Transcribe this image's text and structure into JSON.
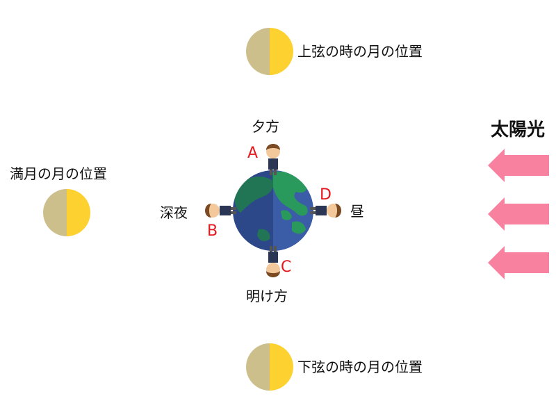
{
  "moons": {
    "first_quarter": {
      "label": "上弦の時の月の位置"
    },
    "full": {
      "label": "満月の月の位置"
    },
    "last_quarter": {
      "label": "下弦の時の月の位置"
    }
  },
  "times": {
    "evening": "夕方",
    "midnight": "深夜",
    "noon": "昼",
    "dawn": "明け方"
  },
  "markers": {
    "a": "A",
    "b": "B",
    "c": "C",
    "d": "D"
  },
  "sunlight": {
    "label": "太陽光",
    "arrow_count": 3
  },
  "colors": {
    "moon_lit": "#fdd12f",
    "moon_dark": "#cdbf8c",
    "arrow": "#f7819f",
    "ocean": "#3b5ca6",
    "land": "#2a9a5c",
    "marker_text": "#e4181c"
  }
}
